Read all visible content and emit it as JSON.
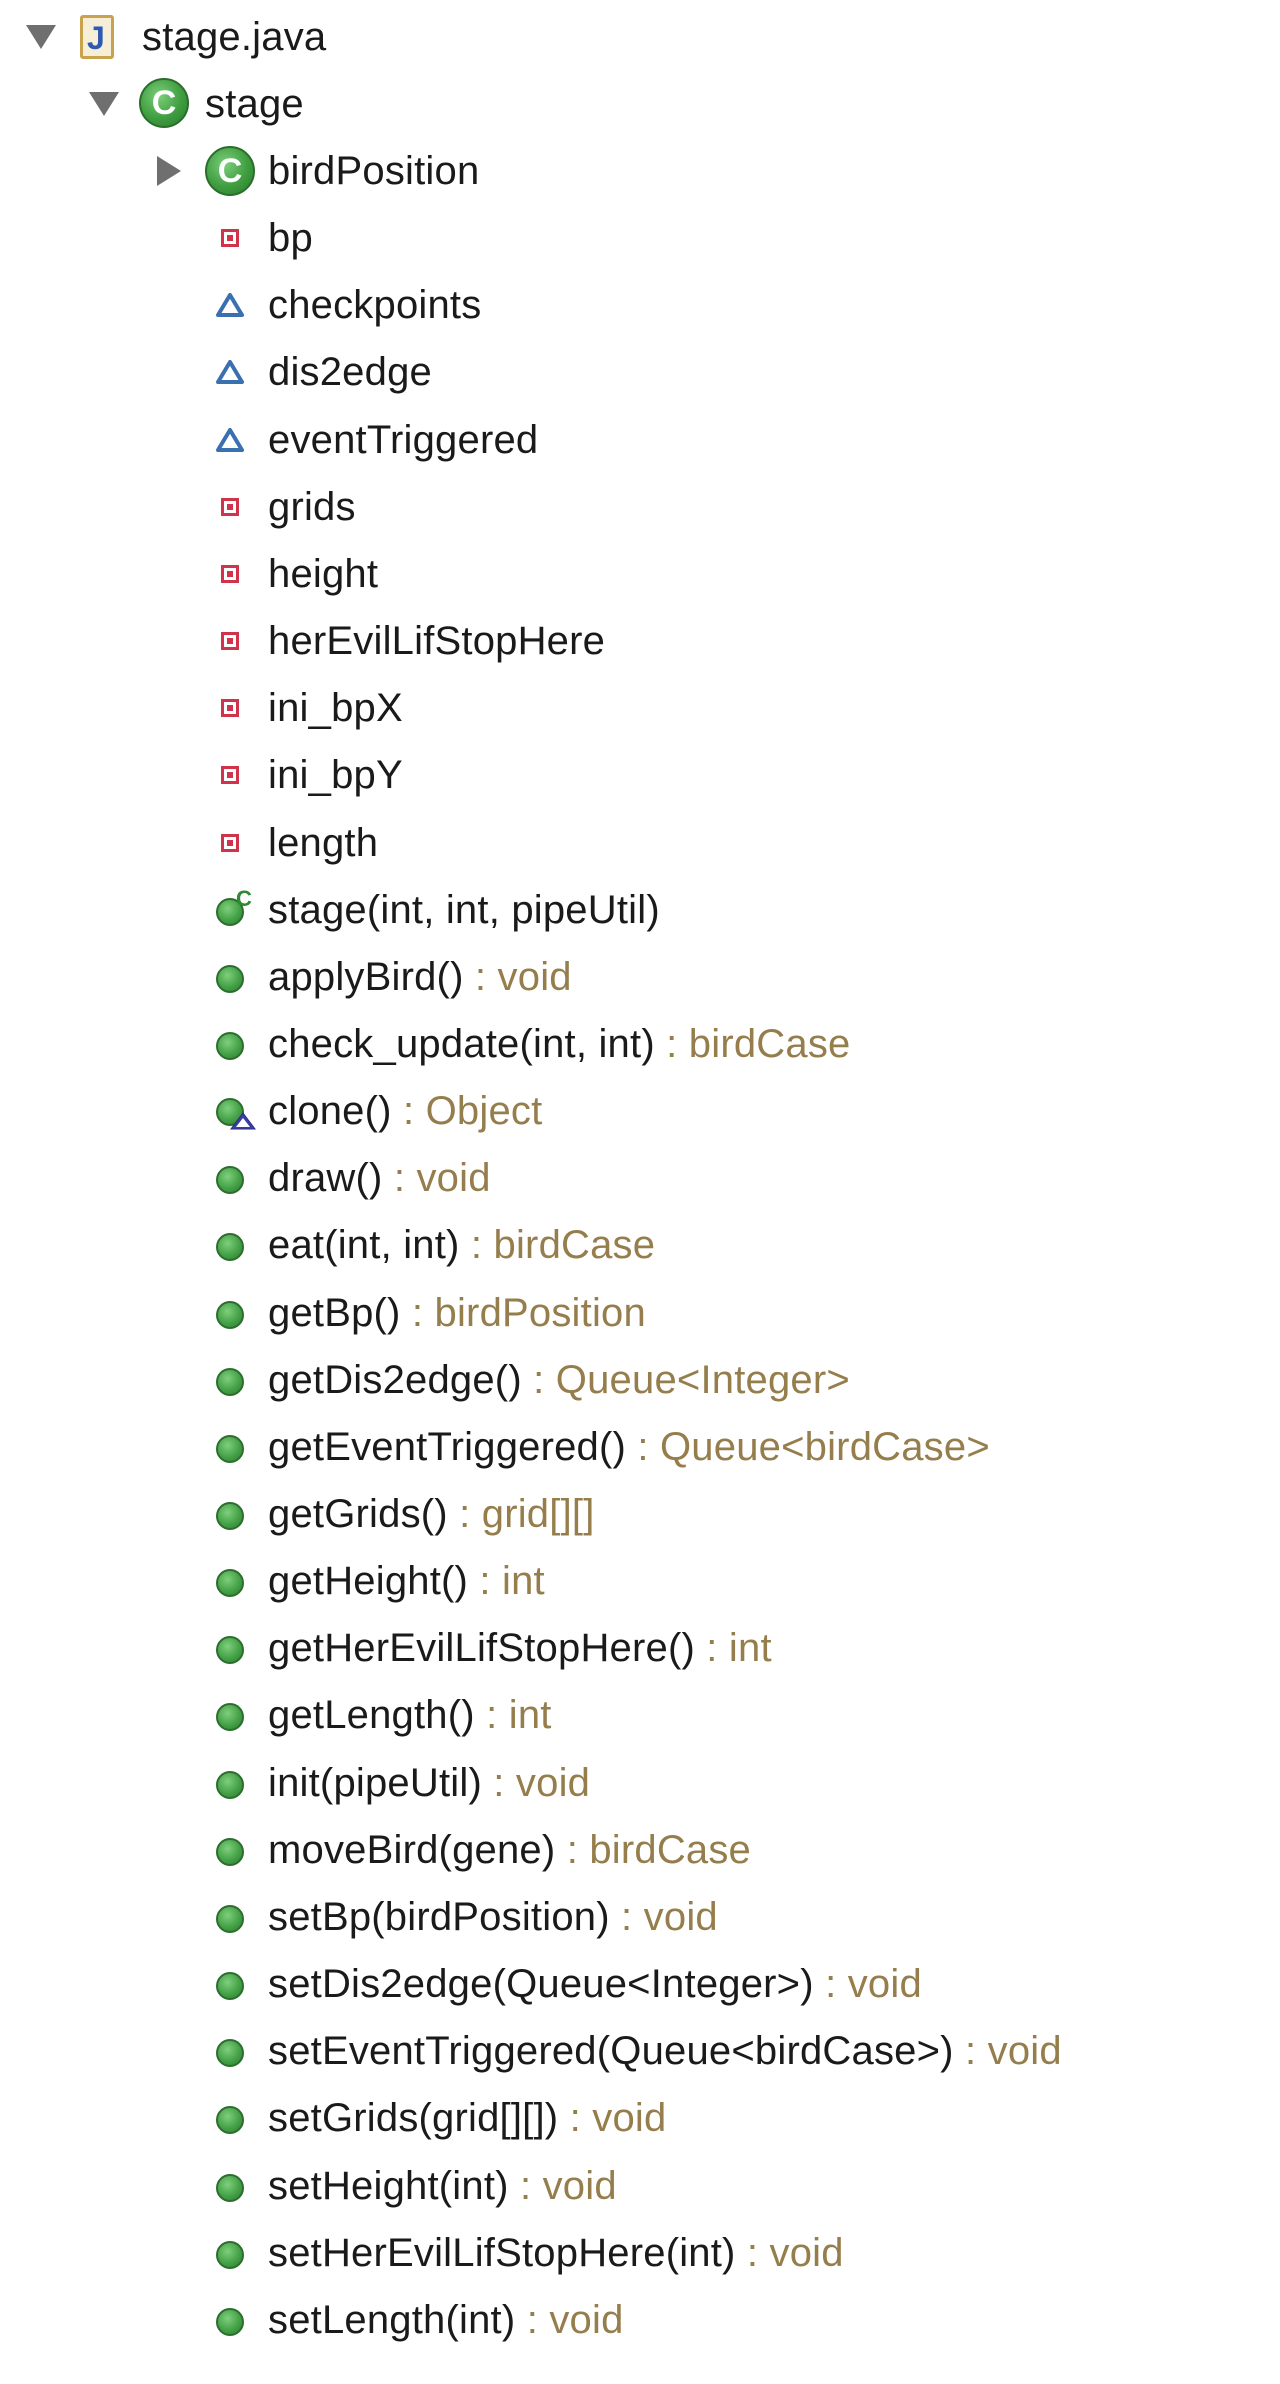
{
  "outline": {
    "file": {
      "name": "stage.java",
      "icon": "java-file-icon",
      "expanded": true
    },
    "class": {
      "name": "stage",
      "icon": "class-icon",
      "expanded": true
    },
    "members": [
      {
        "kind": "class",
        "name": "birdPosition",
        "type": "",
        "expanded": false,
        "icon": "class-icon"
      },
      {
        "kind": "private-field",
        "name": "bp",
        "type": "",
        "icon": "private-field-icon"
      },
      {
        "kind": "default-field",
        "name": "checkpoints",
        "type": "",
        "icon": "default-field-icon"
      },
      {
        "kind": "default-field",
        "name": "dis2edge",
        "type": "",
        "icon": "default-field-icon"
      },
      {
        "kind": "default-field",
        "name": "eventTriggered",
        "type": "",
        "icon": "default-field-icon"
      },
      {
        "kind": "private-field",
        "name": "grids",
        "type": "",
        "icon": "private-field-icon"
      },
      {
        "kind": "private-field",
        "name": "height",
        "type": "",
        "icon": "private-field-icon"
      },
      {
        "kind": "private-field",
        "name": "herEvilLifStopHere",
        "type": "",
        "icon": "private-field-icon"
      },
      {
        "kind": "private-field",
        "name": "ini_bpX",
        "type": "",
        "icon": "private-field-icon"
      },
      {
        "kind": "private-field",
        "name": "ini_bpY",
        "type": "",
        "icon": "private-field-icon"
      },
      {
        "kind": "private-field",
        "name": "length",
        "type": "",
        "icon": "private-field-icon"
      },
      {
        "kind": "constructor",
        "name": "stage(int, int, pipeUtil)",
        "type": "",
        "icon": "constructor-icon"
      },
      {
        "kind": "method",
        "name": "applyBird()",
        "type": " : void",
        "icon": "public-method-icon"
      },
      {
        "kind": "method",
        "name": "check_update(int, int)",
        "type": " : birdCase",
        "icon": "public-method-icon"
      },
      {
        "kind": "override-method",
        "name": "clone()",
        "type": " : Object",
        "icon": "override-method-icon"
      },
      {
        "kind": "method",
        "name": "draw()",
        "type": " : void",
        "icon": "public-method-icon"
      },
      {
        "kind": "method",
        "name": "eat(int, int)",
        "type": " : birdCase",
        "icon": "public-method-icon"
      },
      {
        "kind": "method",
        "name": "getBp()",
        "type": " : birdPosition",
        "icon": "public-method-icon"
      },
      {
        "kind": "method",
        "name": "getDis2edge()",
        "type": " : Queue<Integer>",
        "icon": "public-method-icon"
      },
      {
        "kind": "method",
        "name": "getEventTriggered()",
        "type": " : Queue<birdCase>",
        "icon": "public-method-icon"
      },
      {
        "kind": "method",
        "name": "getGrids()",
        "type": " : grid[][]",
        "icon": "public-method-icon"
      },
      {
        "kind": "method",
        "name": "getHeight()",
        "type": " : int",
        "icon": "public-method-icon"
      },
      {
        "kind": "method",
        "name": "getHerEvilLifStopHere()",
        "type": " : int",
        "icon": "public-method-icon"
      },
      {
        "kind": "method",
        "name": "getLength()",
        "type": " : int",
        "icon": "public-method-icon"
      },
      {
        "kind": "method",
        "name": "init(pipeUtil)",
        "type": " : void",
        "icon": "public-method-icon"
      },
      {
        "kind": "method",
        "name": "moveBird(gene)",
        "type": " : birdCase",
        "icon": "public-method-icon"
      },
      {
        "kind": "method",
        "name": "setBp(birdPosition)",
        "type": " : void",
        "icon": "public-method-icon"
      },
      {
        "kind": "method",
        "name": "setDis2edge(Queue<Integer>)",
        "type": " : void",
        "icon": "public-method-icon"
      },
      {
        "kind": "method",
        "name": "setEventTriggered(Queue<birdCase>)",
        "type": " : void",
        "icon": "public-method-icon"
      },
      {
        "kind": "method",
        "name": "setGrids(grid[][])",
        "type": " : void",
        "icon": "public-method-icon"
      },
      {
        "kind": "method",
        "name": "setHeight(int)",
        "type": " : void",
        "icon": "public-method-icon"
      },
      {
        "kind": "method",
        "name": "setHerEvilLifStopHere(int)",
        "type": " : void",
        "icon": "public-method-icon"
      },
      {
        "kind": "method",
        "name": "setLength(int)",
        "type": " : void",
        "icon": "public-method-icon"
      }
    ]
  },
  "colors": {
    "type_text": "#957e4c",
    "private_field": "#d0334a",
    "default_field": "#3a6fb0",
    "method_green": "#45a247"
  }
}
